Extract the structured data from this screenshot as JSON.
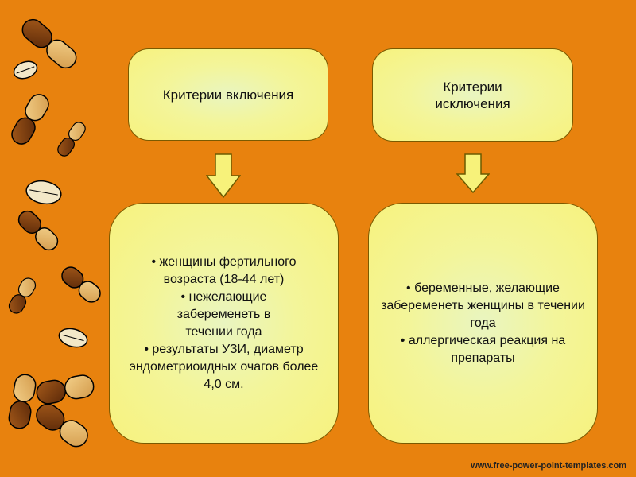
{
  "inclusion": {
    "header": "Критерии включения",
    "items": [
      "• женщины фертильного возраста (18-44 лет)",
      "• нежелающие забеременеть в течении года",
      "• результаты УЗИ, диаметр эндометриоидных очагов более 4,0 см."
    ]
  },
  "exclusion": {
    "header": "Критерии исключения",
    "items": [
      "• беременные, желающие забеременеть женщины в течении года",
      "• аллергическая реакция на препараты"
    ]
  },
  "footer": "www.free-power-point-templates.com",
  "colors": {
    "background": "#E8820E",
    "box_fill": "#F5F28C",
    "arrow_fill": "#F7F27A",
    "pill_dark": "#7A3A0C",
    "pill_light": "#E6B86A"
  },
  "decoration": "pills-icon"
}
